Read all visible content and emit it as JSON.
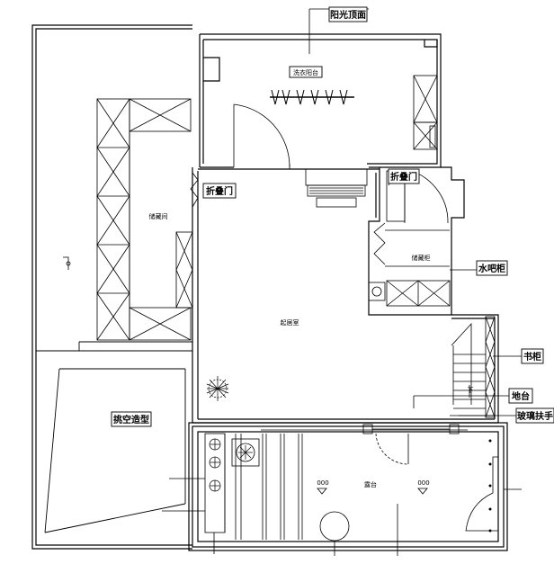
{
  "labels": {
    "sunroof": "阳光顶面",
    "laundry_balcony": "洗衣阳台",
    "folding_door_left": "折叠门",
    "folding_door_right": "折叠门",
    "storage_room": "储藏间",
    "water_bar_cabinet": "水吧柜",
    "storage_cabinet": "储藏柜",
    "bookcase": "书柜",
    "kitchen": "起居室",
    "platform": "地台",
    "glass_handrail": "玻璃扶手",
    "void_feature": "挑空造型",
    "terrace": "露台",
    "stair_down": "下",
    "lamp_left": "000",
    "lamp_right": "000"
  },
  "colors": {
    "line": "#000000",
    "background": "#ffffff",
    "watermark": "#cccccc"
  },
  "icons": {
    "plant": "plant-icon",
    "round_table": "round-table-icon"
  }
}
